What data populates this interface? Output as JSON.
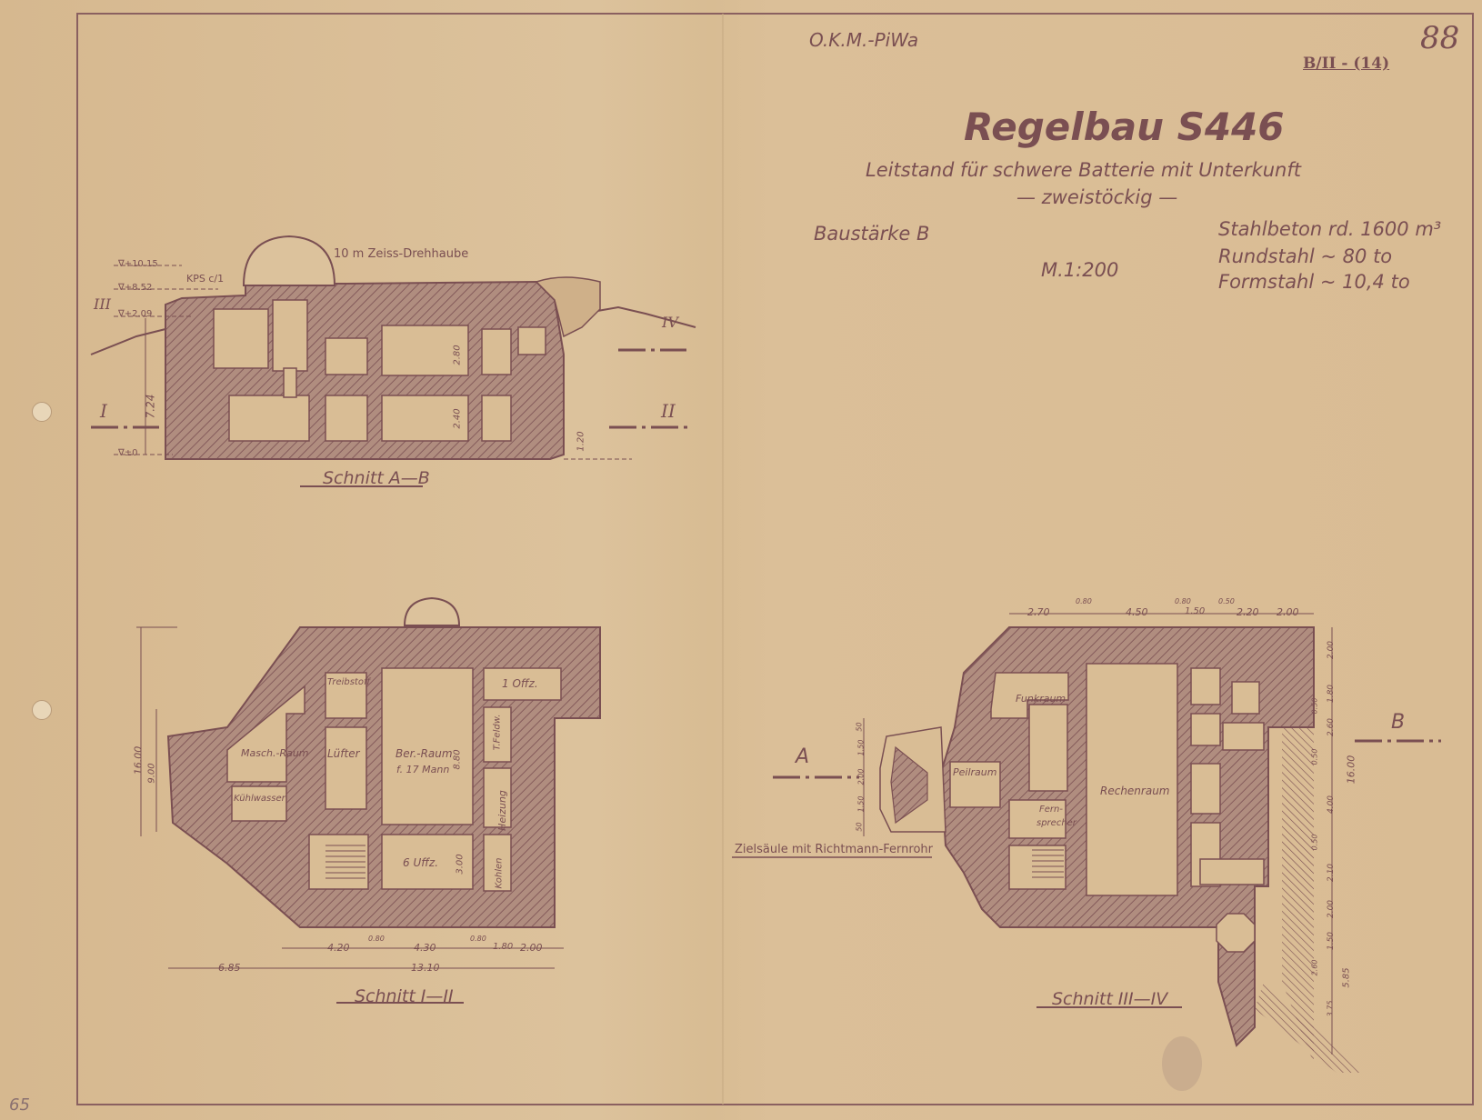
{
  "header": {
    "office": "O.K.M.-PiWa",
    "sheet_number": "88",
    "drawing_ref": "B/II - (14)",
    "title": "Regelbau S446",
    "subtitle": "Leitstand für schwere Batterie mit Unterkunft",
    "subtitle2": "— zweistöckig —",
    "strength": "Baustärke B",
    "scale": "M.1:200",
    "materials": [
      "Stahlbeton rd. 1600 m³",
      "Rundstahl ~ 80 to",
      "Formstahl ~ 10,4 to"
    ]
  },
  "section_ab": {
    "caption": "Schnitt A—B",
    "cupola_label": "10 m Zeiss-Drehhaube",
    "kps_label": "KPS c/1",
    "levels": [
      "∇+10.15",
      "∇+8.52",
      "∇+2.09",
      "∇±0"
    ],
    "dims": [
      "7.24",
      "2.80",
      "2.40",
      "1.20"
    ],
    "markers": [
      "III",
      "IV",
      "I",
      "II"
    ]
  },
  "section_1_2": {
    "caption": "Schnitt I—II",
    "rooms": [
      "Treibstoff",
      "1 Offz.",
      "Masch.-Raum",
      "Lüfter",
      "Ber.-Raum",
      "f. 17 Mann",
      "T.Feldw.",
      "Kühlwasser",
      "Heizung",
      "6 Uffz.",
      "Kohlen"
    ],
    "dims_left": [
      "16.00",
      "9.00"
    ],
    "dims_inner": [
      "8.80",
      "3.00"
    ],
    "dims_bottom_row1": [
      "4.20",
      "0.80",
      "4.30",
      "0.80",
      "1.80",
      "2.00"
    ],
    "dims_bottom_row2": [
      "6.85",
      "13.10"
    ]
  },
  "section_3_4": {
    "caption": "Schnitt III—IV",
    "rooms": [
      "Funkraum",
      "Peilraum",
      "Rechenraum",
      "Fern-",
      "sprecher"
    ],
    "note": "Zielsäule mit Richtmann-Fernrohr",
    "markers": [
      "A",
      "B"
    ],
    "dims_top": [
      "2.70",
      "0.80",
      "4.50",
      "0.80",
      "0.50",
      "1.50",
      "2.20",
      "2.00"
    ],
    "dims_right": [
      "2.00",
      "1.80",
      "0.50",
      "2.60",
      "0.50",
      "16.00",
      "4.00",
      "0.50",
      "2.10",
      "2.00",
      "1.50",
      "5.85",
      "2.60",
      "3.75"
    ],
    "dims_left": [
      "50",
      "1.50",
      "2.00",
      "1.50",
      "50"
    ]
  },
  "margin": {
    "page_no": "65"
  },
  "colors": {
    "paper": "#d9bd95",
    "ink": "#7a4f52",
    "hatch": "#8a5c5e"
  }
}
